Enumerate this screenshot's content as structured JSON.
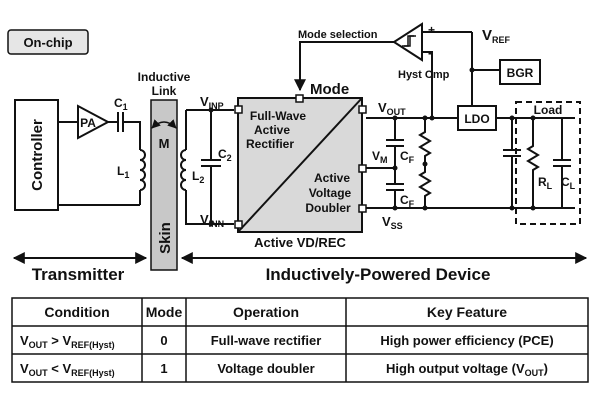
{
  "labels": {
    "on_chip": "On-chip",
    "controller": "Controller",
    "pa": "PA",
    "inductive_link": [
      "Inductive",
      "Link"
    ],
    "m": "M",
    "skin": "Skin",
    "mode": "Mode",
    "mode_selection": "Mode selection",
    "hyst_cmp": "Hyst Cmp",
    "bgr": "BGR",
    "ldo": "LDO",
    "load": "Load",
    "rectifier": [
      "Full-Wave",
      "Active",
      "Rectifier"
    ],
    "doubler": [
      "Active",
      "Voltage",
      "Doubler"
    ],
    "active_vd_rec": "Active VD/REC",
    "transmitter": "Transmitter",
    "ipd": "Inductively-Powered Device",
    "plus": "+",
    "minus": "-"
  },
  "nodes": {
    "c1": {
      "main": "C",
      "sub": "1"
    },
    "l1": {
      "main": "L",
      "sub": "1"
    },
    "l2": {
      "main": "L",
      "sub": "2"
    },
    "c2": {
      "main": "C",
      "sub": "2"
    },
    "vinp": {
      "main": "V",
      "sub": "INP"
    },
    "vinn": {
      "main": "V",
      "sub": "INN"
    },
    "vout": {
      "main": "V",
      "sub": "OUT"
    },
    "vss": {
      "main": "V",
      "sub": "SS"
    },
    "vm": {
      "main": "V",
      "sub": "M"
    },
    "cf1": {
      "main": "C",
      "sub": "F"
    },
    "cf2": {
      "main": "C",
      "sub": "F"
    },
    "vref": {
      "main": "V",
      "sub": "REF"
    },
    "rl": {
      "main": "R",
      "sub": "L"
    },
    "cl": {
      "main": "C",
      "sub": "L"
    }
  },
  "table": {
    "headers": [
      "Condition",
      "Mode",
      "Operation",
      "Key Feature"
    ],
    "rows": [
      {
        "cond_a": {
          "main": "V",
          "sub": "OUT"
        },
        "cond_op": " > ",
        "cond_b": {
          "main": "V",
          "sub": "REF(Hyst)"
        },
        "mode": "0",
        "operation": "Full-wave rectifier",
        "feature": "High power efficiency (PCE)"
      },
      {
        "cond_a": {
          "main": "V",
          "sub": "OUT"
        },
        "cond_op": " < ",
        "cond_b": {
          "main": "V",
          "sub": "REF(Hyst)"
        },
        "mode": "1",
        "operation": "Voltage doubler",
        "feature_main": "High output voltage (V",
        "feature_sub": "OUT",
        "feature_end": ")"
      }
    ]
  },
  "colors": {
    "block_fill": "#d9d9d9",
    "skin_fill": "#c8c8c8"
  }
}
